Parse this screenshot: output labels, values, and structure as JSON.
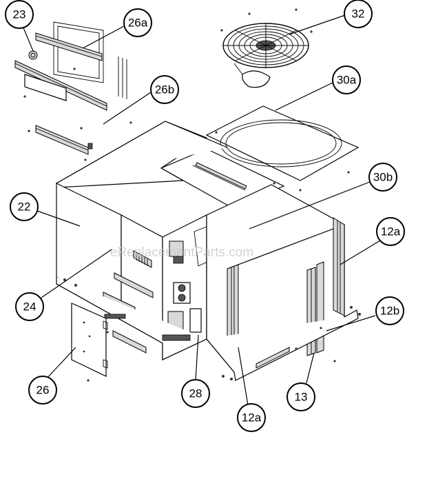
{
  "diagram": {
    "callouts": {
      "c23": "23",
      "c26a": "26a",
      "c32": "32",
      "c26b": "26b",
      "c30a": "30a",
      "c30b": "30b",
      "c22": "22",
      "c12a_top": "12a",
      "c24": "24",
      "c12b": "12b",
      "c26": "26",
      "c28": "28",
      "c13": "13",
      "c12a_bottom": "12a"
    },
    "watermark": "eReplacementParts.com"
  }
}
